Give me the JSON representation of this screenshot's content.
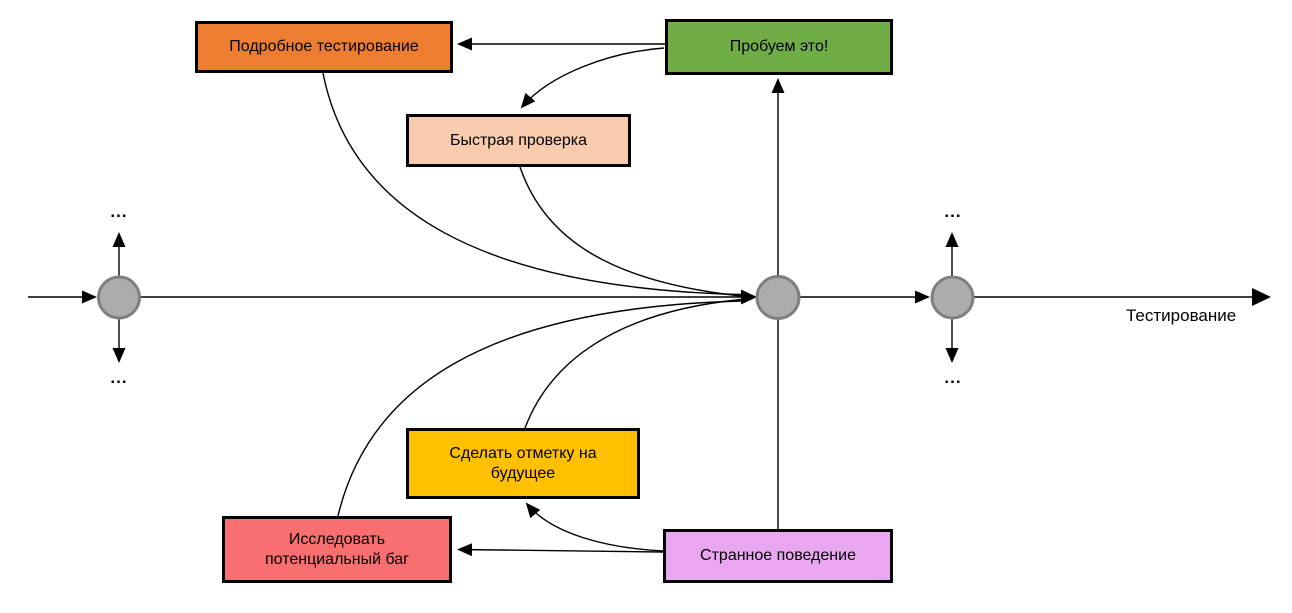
{
  "diagram": {
    "background": "#FFFFFF",
    "line_color": "#000000",
    "node_fill": "#ACACAC",
    "node_stroke": "#7F7F7F",
    "timeline_label": "Тестирование",
    "ellipsis": "...",
    "boxes": {
      "detailed_testing": {
        "label": "Подробное тестирование",
        "color": "#ED7D31"
      },
      "quick_check": {
        "label": "Быстрая проверка",
        "color": "#F8CBAD"
      },
      "try_this": {
        "label": "Пробуем это!",
        "color": "#70AD47"
      },
      "note_for_future": {
        "label": "Сделать отметку на будущее",
        "color": "#FFC000"
      },
      "investigate_bug": {
        "label": "Исследовать потенциальный баг",
        "color": "#F96E6E"
      },
      "strange_behavior": {
        "label": "Странное поведение",
        "color": "#E8A7F0"
      }
    }
  }
}
